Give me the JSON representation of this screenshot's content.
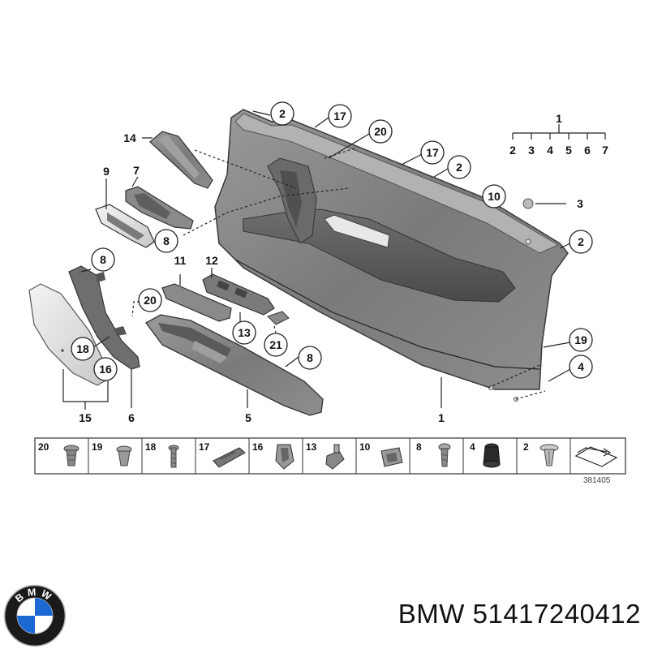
{
  "diagram": {
    "callouts": [
      "1",
      "2",
      "3",
      "4",
      "5",
      "6",
      "7",
      "8",
      "9",
      "10",
      "11",
      "12",
      "13",
      "14",
      "15",
      "16",
      "17",
      "18",
      "19",
      "20",
      "21"
    ],
    "group_1_subparts": [
      "2",
      "3",
      "4",
      "5",
      "6",
      "7"
    ],
    "parts_strip": [
      "20",
      "19",
      "18",
      "17",
      "16",
      "13",
      "10",
      "8",
      "4",
      "2"
    ],
    "reference_number": "381405"
  },
  "footer": {
    "brand": "BMW",
    "part_number": "BMW 51417240412",
    "logo_letters": "BMW"
  },
  "colors": {
    "panel": "#7d7d7d",
    "panel_dark": "#5a5a5a",
    "panel_light": "#a8a8a8",
    "logo_blue": "#1c69d4",
    "logo_ring": "#1a1a1a"
  }
}
